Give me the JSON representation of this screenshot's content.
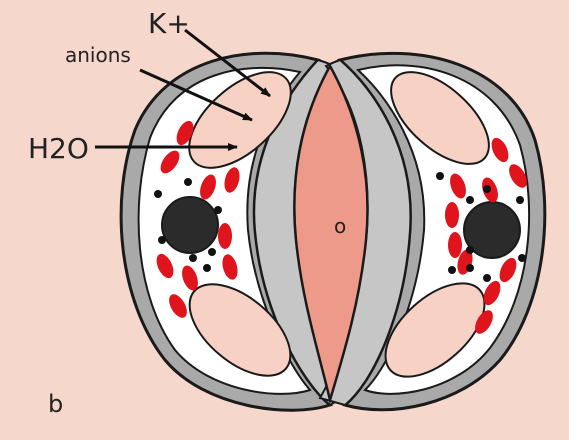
{
  "labels": {
    "potassium": "K+",
    "anions": "anions",
    "water": "H2O",
    "pore": "o",
    "panel": "b"
  },
  "colors": {
    "background": "#f6d7cc",
    "outer_wall": "#a9a9a9",
    "inner_wall": "#c6c6c6",
    "cytoplasm": "#ffffff",
    "vacuole": "#f7d1c4",
    "pore": "#ee9a8a",
    "chloroplast": "#e0141c",
    "nucleus": "#2b2b2b",
    "granule": "#111111",
    "outline": "#1a1a1a"
  },
  "icons": {
    "arrow": "arrow-right-icon"
  }
}
